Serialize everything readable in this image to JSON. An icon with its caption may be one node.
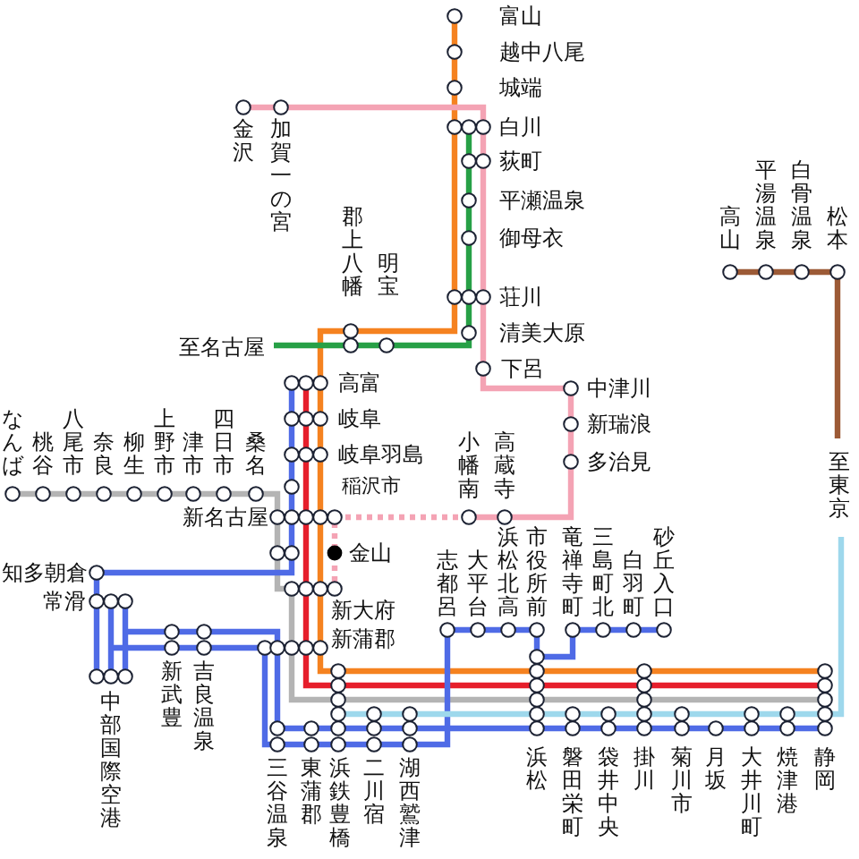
{
  "diagram": {
    "labels": [
      "富山",
      "越中八尾",
      "城端",
      "金沢",
      "加賀一の宮",
      "白川",
      "荻町",
      "平瀬温泉",
      "御母衣",
      "高山",
      "平湯温泉",
      "白骨温泉",
      "松本",
      "郡上八幡",
      "明宝",
      "荘川",
      "清美大原",
      "至名古屋",
      "下呂",
      "高富",
      "中津川",
      "岐阜",
      "新瑞浪",
      "岐阜羽島",
      "至東京",
      "多治見",
      "なんば",
      "桃谷",
      "八尾市",
      "奈良",
      "柳生",
      "上野市",
      "津市",
      "四日市",
      "桑名",
      "小幡南",
      "高蔵寺",
      "稲沢市",
      "新名古屋",
      "志都呂",
      "大平台",
      "浜松北高",
      "市役所前",
      "竜禅寺町",
      "三島町北",
      "白羽町",
      "砂丘入口",
      "金山",
      "知多朝倉",
      "常滑",
      "新大府",
      "新蒲郡",
      "新武豊",
      "吉良温泉",
      "中部国際空港",
      "三谷温泉",
      "東蒲郡",
      "浜鉄豊橋",
      "二川宿",
      "湖西鷲津",
      "浜松",
      "磐田栄町",
      "袋井中央",
      "掛川",
      "菊川市",
      "月坂",
      "大井川町",
      "焼津港",
      "静岡"
    ]
  }
}
